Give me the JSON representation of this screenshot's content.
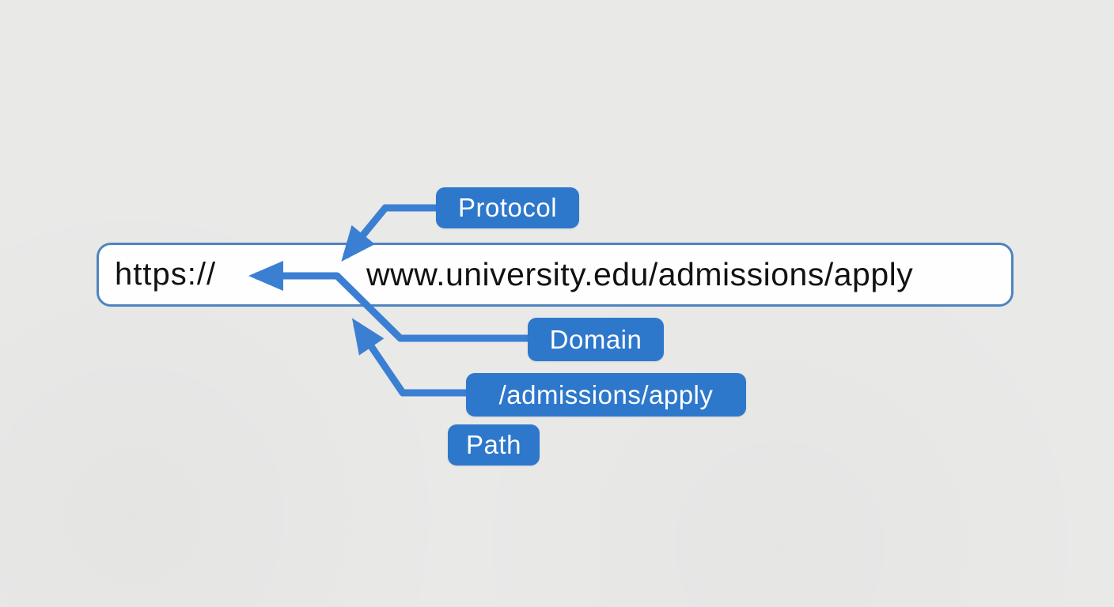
{
  "colors": {
    "background": "#e9e9e8",
    "badge_blue": "#2e78cc",
    "arrow_blue": "#3b7fd2",
    "bar_border": "#4e84bf",
    "bar_fill": "#fefefe",
    "url_text": "#121212",
    "badge_text": "#ffffff"
  },
  "url_bar": {
    "protocol": "https://",
    "address": "www.university.edu/admissions/apply"
  },
  "labels": {
    "protocol": "Protocol",
    "domain": "Domain",
    "path_value": "/admissions/apply",
    "path": "Path"
  }
}
